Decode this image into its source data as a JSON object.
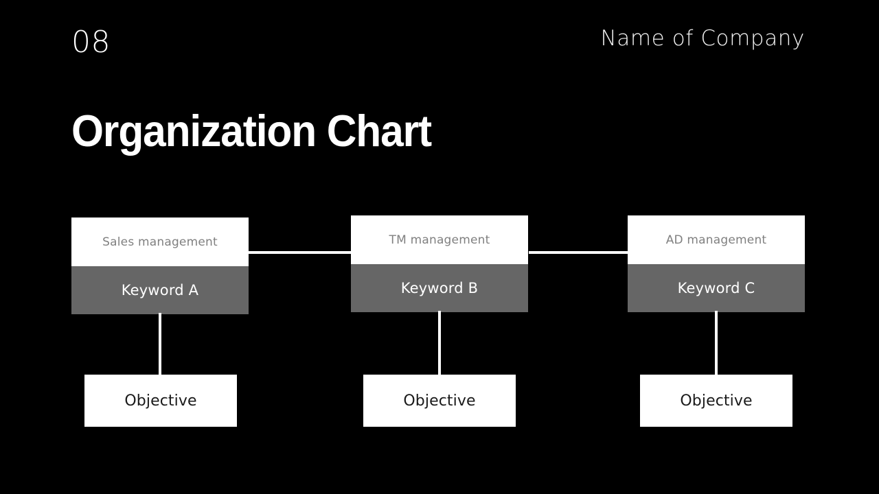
{
  "slide": {
    "page_number": "08",
    "company_name": "Name of Company",
    "title": "Organization Chart",
    "background_color": "#000000"
  },
  "theme": {
    "background": "#000000",
    "card_head_bg": "#ffffff",
    "card_head_text": "#808080",
    "card_body_bg": "#666666",
    "card_body_text": "#ffffff",
    "connector": "#ffffff",
    "objective_bg": "#ffffff",
    "objective_text": "#1a1a1a"
  },
  "chart_data": {
    "type": "diagram",
    "title": "Organization Chart",
    "layout": "three-column horizontal org chart with sibling connectors",
    "nodes": [
      {
        "id": "col-1",
        "head": "Sales management",
        "body": "Keyword A",
        "child": "Objective"
      },
      {
        "id": "col-2",
        "head": "TM management",
        "body": "Keyword B",
        "child": "Objective"
      },
      {
        "id": "col-3",
        "head": "AD management",
        "body": "Keyword C",
        "child": "Objective"
      }
    ],
    "connectors": [
      {
        "from": "col-1",
        "to": "col-2",
        "orientation": "horizontal"
      },
      {
        "from": "col-2",
        "to": "col-3",
        "orientation": "horizontal"
      },
      {
        "from": "col-1",
        "to": "col-1-objective",
        "orientation": "vertical"
      },
      {
        "from": "col-2",
        "to": "col-2-objective",
        "orientation": "vertical"
      },
      {
        "from": "col-3",
        "to": "col-3-objective",
        "orientation": "vertical"
      }
    ]
  }
}
